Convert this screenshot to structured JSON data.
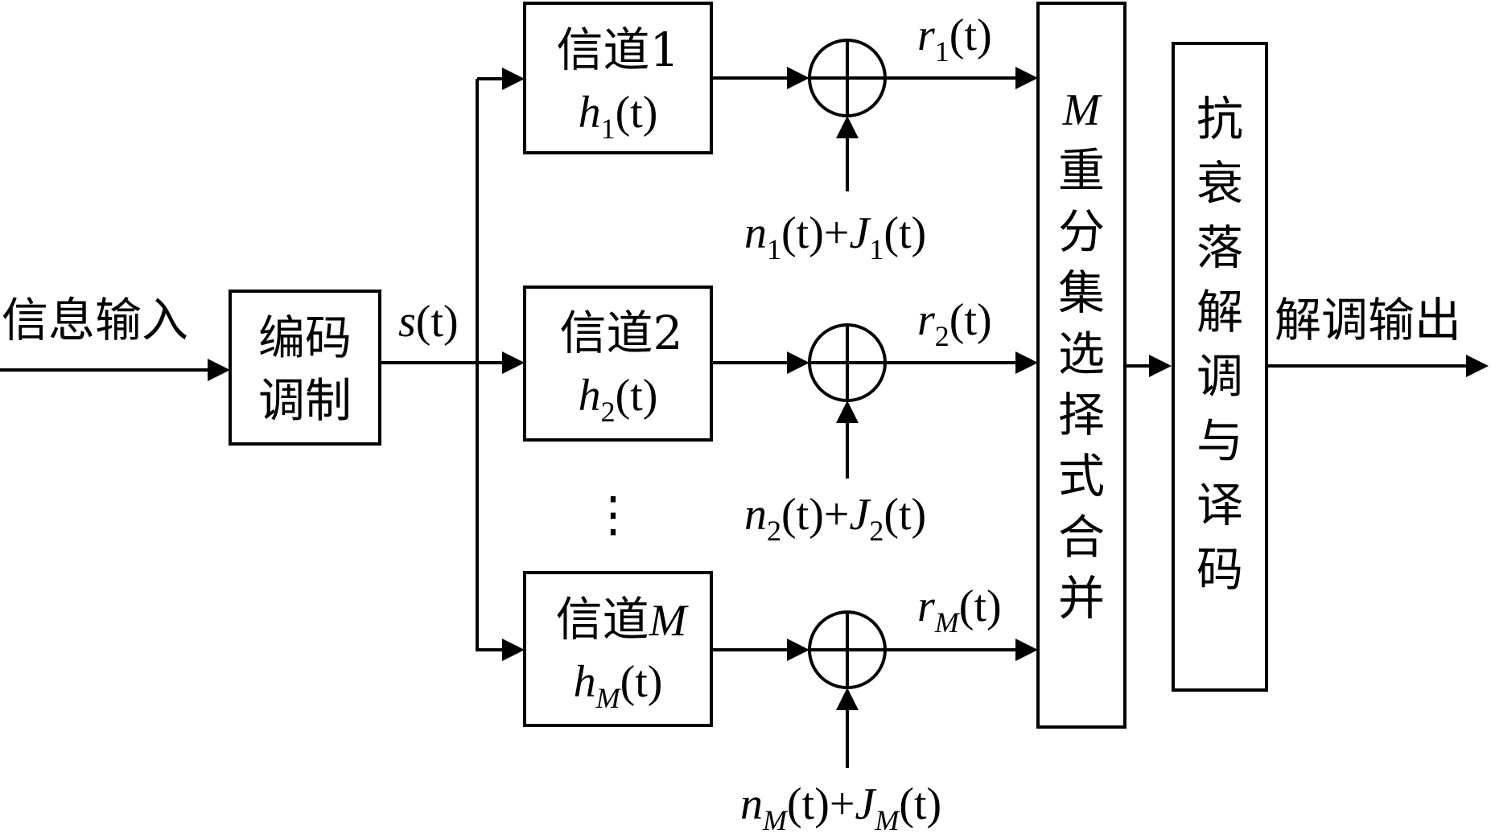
{
  "input_label": "信息输入",
  "output_label": "解调输出",
  "encoder": {
    "line1": "编码",
    "line2": "调制"
  },
  "signal_label": {
    "var": "s",
    "arg": "(t)"
  },
  "channels": [
    {
      "name": "信道1",
      "h_var": "h",
      "h_sub": "1",
      "h_arg": "(t)",
      "r_var": "r",
      "r_sub": "1",
      "r_arg": "(t)",
      "noise": {
        "n": "n",
        "n_sub": "1",
        "n_arg": "(t)",
        "plus": "+",
        "j": "J",
        "j_sub": "1",
        "j_arg": "(t)"
      }
    },
    {
      "name": "信道2",
      "h_var": "h",
      "h_sub": "2",
      "h_arg": "(t)",
      "r_var": "r",
      "r_sub": "2",
      "r_arg": "(t)",
      "noise": {
        "n": "n",
        "n_sub": "2",
        "n_arg": "(t)",
        "plus": "+",
        "j": "J",
        "j_sub": "2",
        "j_arg": "(t)"
      }
    },
    {
      "name_prefix": "信道",
      "name_var": "M",
      "h_var": "h",
      "h_sub": "M",
      "h_arg": "(t)",
      "r_var": "r",
      "r_sub": "M",
      "r_arg": "(t)",
      "noise": {
        "n": "n",
        "n_sub": "M",
        "n_arg": "(t)",
        "plus": "+",
        "j": "J",
        "j_sub": "M",
        "j_arg": "(t)"
      }
    }
  ],
  "ellipsis": "⋮",
  "combiner": {
    "m": "M",
    "chars": [
      "重",
      "分",
      "集",
      "选",
      "择",
      "式",
      "合",
      "并"
    ]
  },
  "decoder": {
    "chars": [
      "抗",
      "衰",
      "落",
      "解",
      "调",
      "与",
      "译",
      "码"
    ]
  }
}
